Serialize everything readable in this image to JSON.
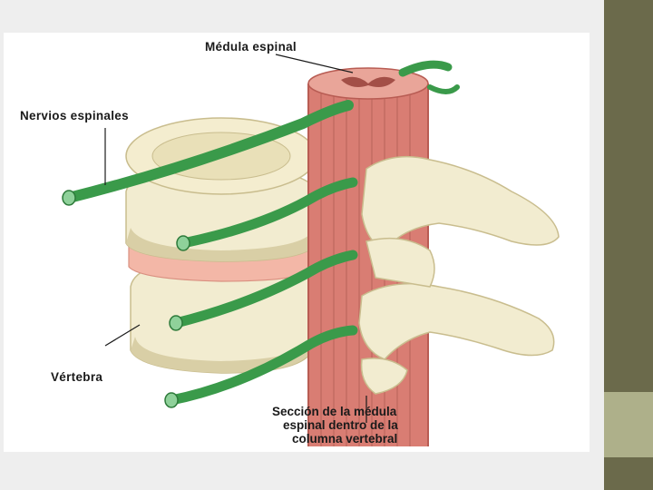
{
  "slide": {
    "colors": {
      "background": "#eeeeee",
      "sidebar": "#6b6a4b",
      "sidebar_tab": "#aeb08a"
    }
  },
  "diagram": {
    "labels": {
      "spinal_cord": "Médula espinal",
      "spinal_nerves": "Nervios espinales",
      "vertebra": "Vértebra",
      "section_line1": "Sección de la médula",
      "section_line2": "espinal dentro de la",
      "section_line3": "columna vertebral"
    },
    "colors": {
      "bone": "#f2ecd0",
      "bone_shadow": "#d9cfa6",
      "cord": "#d97d73",
      "cord_dark": "#b85c53",
      "nerve": "#3a9a4a",
      "disc": "#f3b7a7"
    }
  }
}
